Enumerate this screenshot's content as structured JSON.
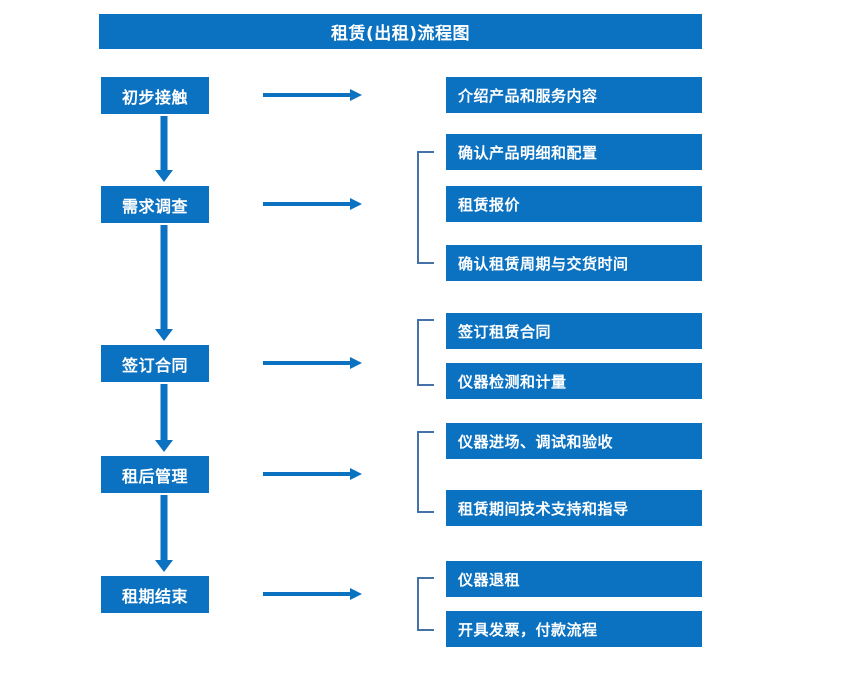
{
  "diagram": {
    "title": "租赁(出租)流程图",
    "accent_color": "#0B71C1",
    "bracket_color": "#4472A8",
    "arrow_color": "#0B71C1",
    "background_color": "#FFFFFF"
  },
  "stages": [
    {
      "id": "stage-1",
      "label": "初步接触"
    },
    {
      "id": "stage-2",
      "label": "需求调查"
    },
    {
      "id": "stage-3",
      "label": "签订合同"
    },
    {
      "id": "stage-4",
      "label": "租后管理"
    },
    {
      "id": "stage-5",
      "label": "租期结束"
    }
  ],
  "details": [
    {
      "id": "detail-1",
      "label": "介绍产品和服务内容"
    },
    {
      "id": "detail-2",
      "label": "确认产品明细和配置"
    },
    {
      "id": "detail-3",
      "label": "租赁报价"
    },
    {
      "id": "detail-4",
      "label": "确认租赁周期与交货时间"
    },
    {
      "id": "detail-5",
      "label": "签订租赁合同"
    },
    {
      "id": "detail-6",
      "label": "仪器检测和计量"
    },
    {
      "id": "detail-7",
      "label": "仪器进场、调试和验收"
    },
    {
      "id": "detail-8",
      "label": "租赁期间技术支持和指导"
    },
    {
      "id": "detail-9",
      "label": "仪器退租"
    },
    {
      "id": "detail-10",
      "label": "开具发票，付款流程"
    }
  ],
  "groups": [
    {
      "id": "group-1",
      "stage": "需求调查",
      "details": [
        "确认产品明细和配置",
        "租赁报价",
        "确认租赁周期与交货时间"
      ]
    },
    {
      "id": "group-2",
      "stage": "签订合同",
      "details": [
        "签订租赁合同",
        "仪器检测和计量"
      ]
    },
    {
      "id": "group-3",
      "stage": "租后管理",
      "details": [
        "仪器进场、调试和验收",
        "租赁期间技术支持和指导"
      ]
    },
    {
      "id": "group-4",
      "stage": "租期结束",
      "details": [
        "仪器退租",
        "开具发票，付款流程"
      ]
    }
  ]
}
